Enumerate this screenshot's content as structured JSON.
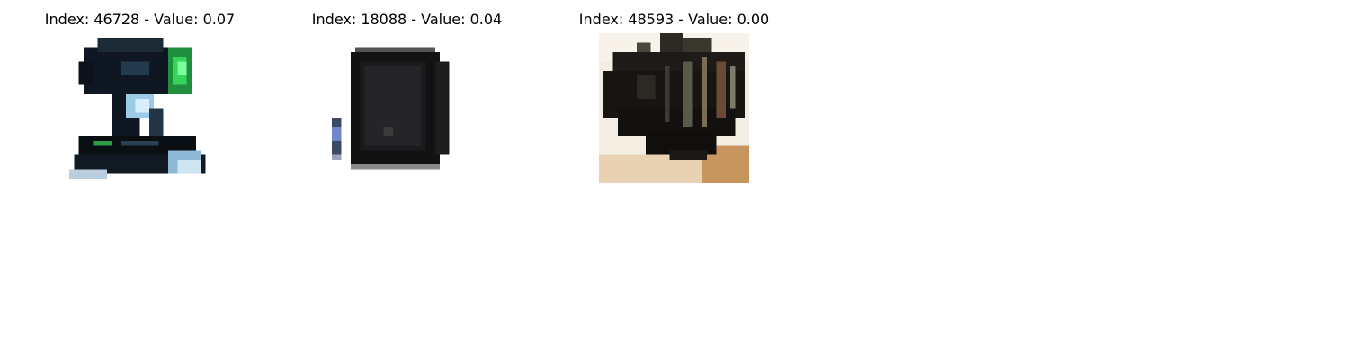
{
  "panels": [
    {
      "title": "Index: 46728 - Value: 0.07",
      "image_subject": "projector-like device (black with green lens)"
    },
    {
      "title": "Index: 18088 - Value: 0.04",
      "image_subject": "black television with remote control"
    },
    {
      "title": "Index: 48593 - Value: 0.00",
      "image_subject": "dark crt television viewed from above"
    }
  ]
}
